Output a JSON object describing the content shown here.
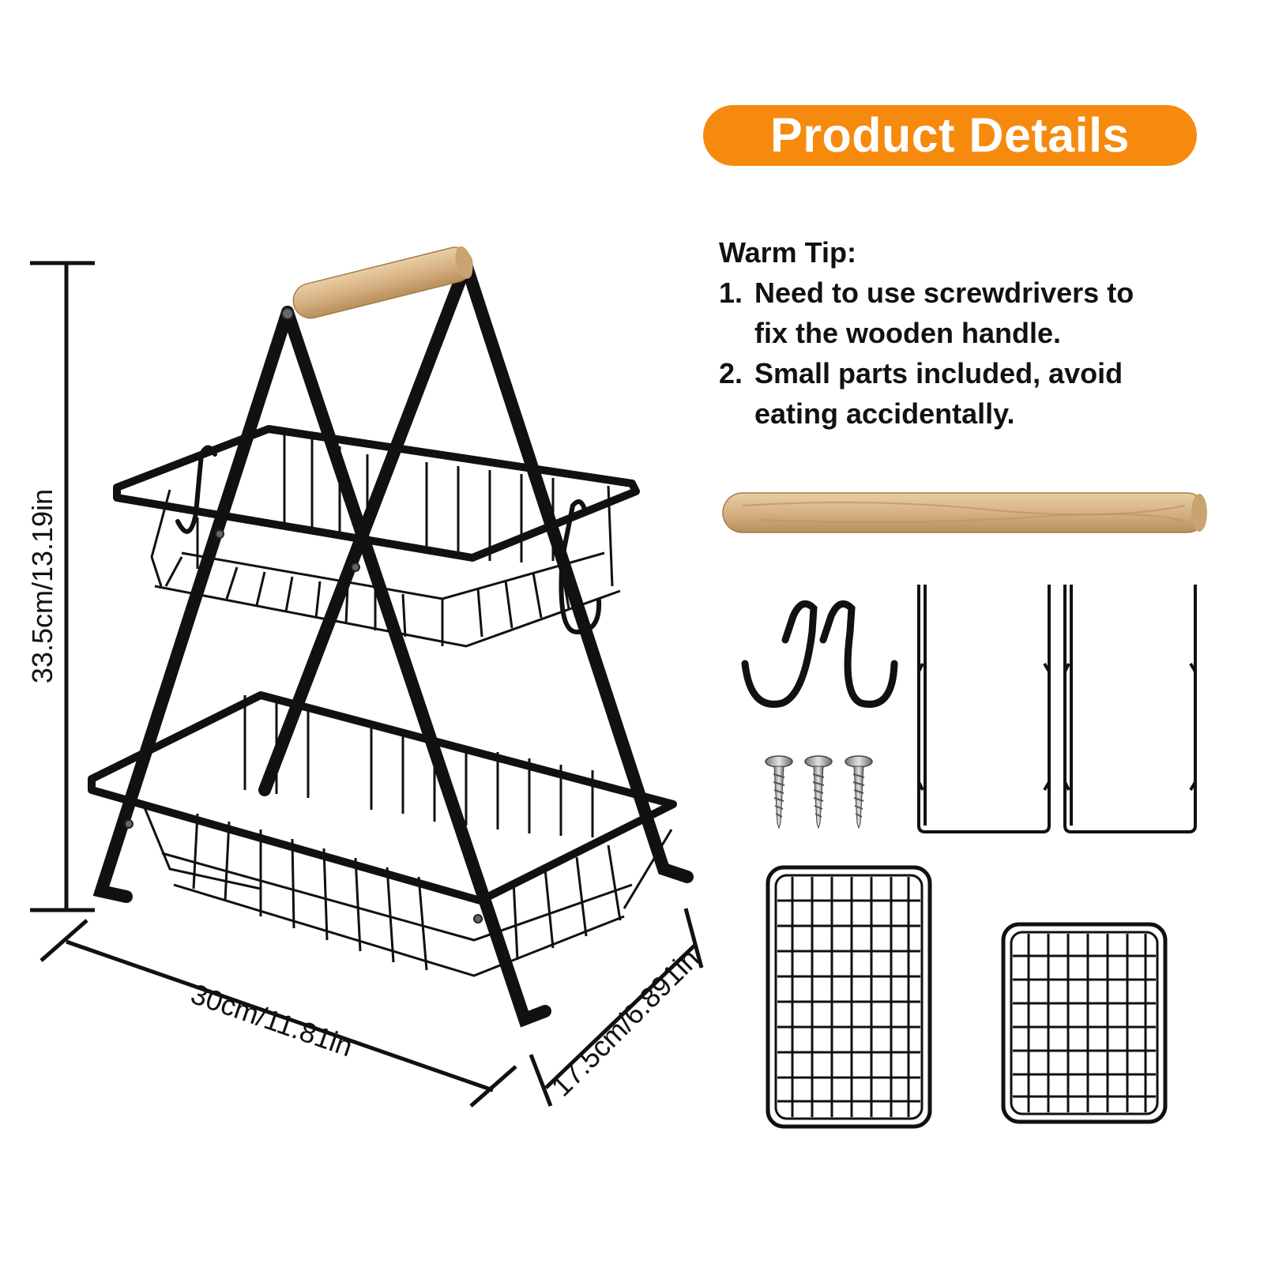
{
  "header": {
    "title": "Product Details"
  },
  "warm_tip": {
    "heading": "Warm Tip:",
    "items": [
      {
        "number": "1.",
        "lines": [
          "Need to use screwdrivers to",
          "fix the wooden handle."
        ]
      },
      {
        "number": "2.",
        "lines": [
          "Small parts included, avoid",
          "eating accidentally."
        ]
      }
    ]
  },
  "dimensions": {
    "height": "33.5cm/13.19in",
    "width": "30cm/11.81in",
    "depth": "17.5cm/6.891in"
  },
  "colors": {
    "accent": "#f68a0e",
    "metal": "#111111",
    "wood": "#d9b98a"
  }
}
